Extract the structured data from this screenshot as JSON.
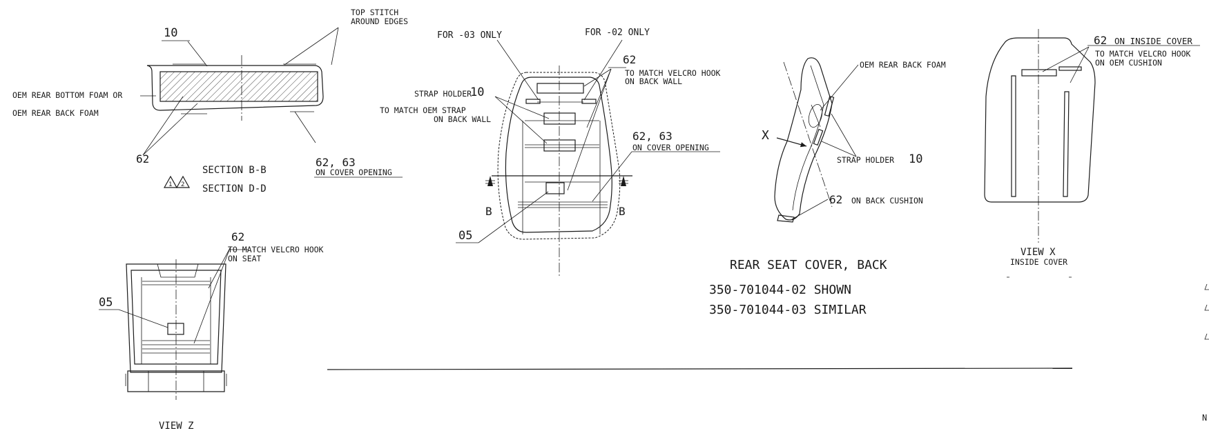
{
  "section_bb": {
    "ref_10": "10",
    "top_stitch_1": "TOP STITCH",
    "top_stitch_2": "AROUND EDGES",
    "foam_1": "OEM REAR BOTTOM FOAM OR",
    "foam_2": "OEM REAR BACK FOAM",
    "ref_62": "62",
    "section_label_1": "SECTION B-B",
    "section_label_2": "SECTION D-D",
    "rev_mark_1": "1",
    "rev_mark_2": "2",
    "ref_62_63": "62, 63",
    "cover_opening": "ON COVER OPENING"
  },
  "view_z": {
    "ref_62": "62",
    "velcro_1": "TO MATCH VELCRO HOOK",
    "velcro_2": "ON SEAT",
    "ref_05": "05",
    "title": "VIEW Z"
  },
  "back_view": {
    "for_03": "FOR -03 ONLY",
    "for_02": "FOR -02 ONLY",
    "ref_62": "62",
    "velcro_1": "TO MATCH VELCRO HOOK",
    "velcro_2": "ON BACK WALL",
    "strap_holder": "STRAP HOLDER",
    "strap_ref": "10",
    "oem_strap_1": "TO MATCH OEM STRAP",
    "oem_strap_2": "ON BACK WALL",
    "ref_62_63": "62, 63",
    "cover_opening": "ON COVER OPENING",
    "section_b_left": "B",
    "section_b_right": "B",
    "ref_05": "05"
  },
  "side_view": {
    "oem_back_foam": "OEM REAR BACK FOAM",
    "view_arrow": "X",
    "strap_holder": "STRAP HOLDER",
    "strap_ref": "10",
    "back_cushion_ref": "62",
    "back_cushion": "ON BACK CUSHION"
  },
  "title_block": {
    "title": "REAR SEAT COVER, BACK",
    "line_shown": "350-701044-02 SHOWN",
    "line_similar": "350-701044-03 SIMILAR"
  },
  "view_x": {
    "ref_62": "62",
    "inside_cover": "ON INSIDE COVER",
    "velcro_1": "TO MATCH VELCRO HOOK",
    "velcro_2": "ON OEM CUSHION",
    "title_1": "VIEW X",
    "title_2": "INSIDE COVER"
  },
  "margin": {
    "note_n": "N"
  }
}
